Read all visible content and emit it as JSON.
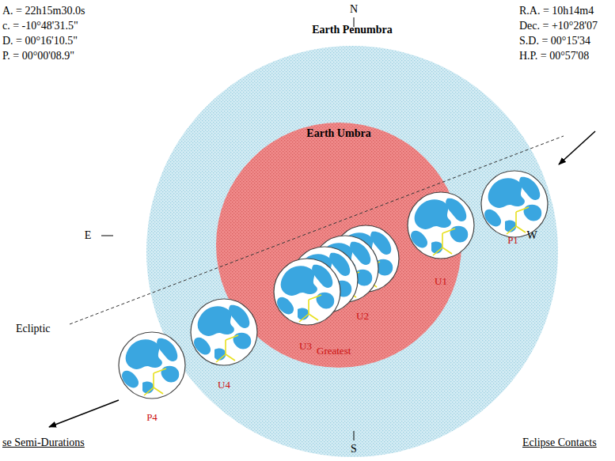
{
  "diagram": {
    "nodes": [
      {
        "text": [
          "Earth Penumbra"
        ]
      },
      {
        "text": [
          "Earth Umbra"
        ],
        "in": 0
      }
    ],
    "edges": [],
    "labels": [
      "A. = 22h15m30.0s",
      "c. = -10°48'31.5\"",
      "D. = 00°16'10.5\"",
      "P. = 00°00'08.9\"",
      "R.A. = 10h14m4",
      "Dec. = +10°28'07",
      "S.D. = 00°15'34",
      "H.P. = 00°57'08",
      "N",
      "E",
      "W",
      "S",
      "Ecliptic",
      "P1",
      "U1",
      "U2",
      "U3",
      "Greatest",
      "U4",
      "P4",
      "se Semi-Durations",
      "Eclipse Contacts"
    ]
  }
}
